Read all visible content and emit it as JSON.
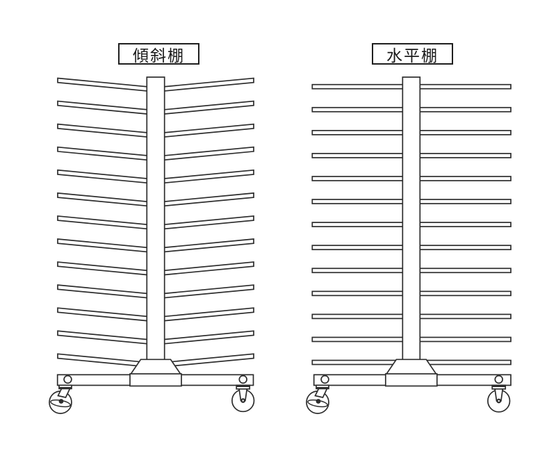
{
  "diagram": {
    "background_color": "#ffffff",
    "line_color": "#2d2d2d",
    "racks": [
      {
        "label": "傾斜棚",
        "shelf_style": "inclined",
        "shelf_rows": 13,
        "shelf_arms_per_row": 2,
        "caster_count": 2
      },
      {
        "label": "水平棚",
        "shelf_style": "horizontal",
        "shelf_rows": 13,
        "shelf_arms_per_row": 2,
        "caster_count": 2
      }
    ]
  }
}
